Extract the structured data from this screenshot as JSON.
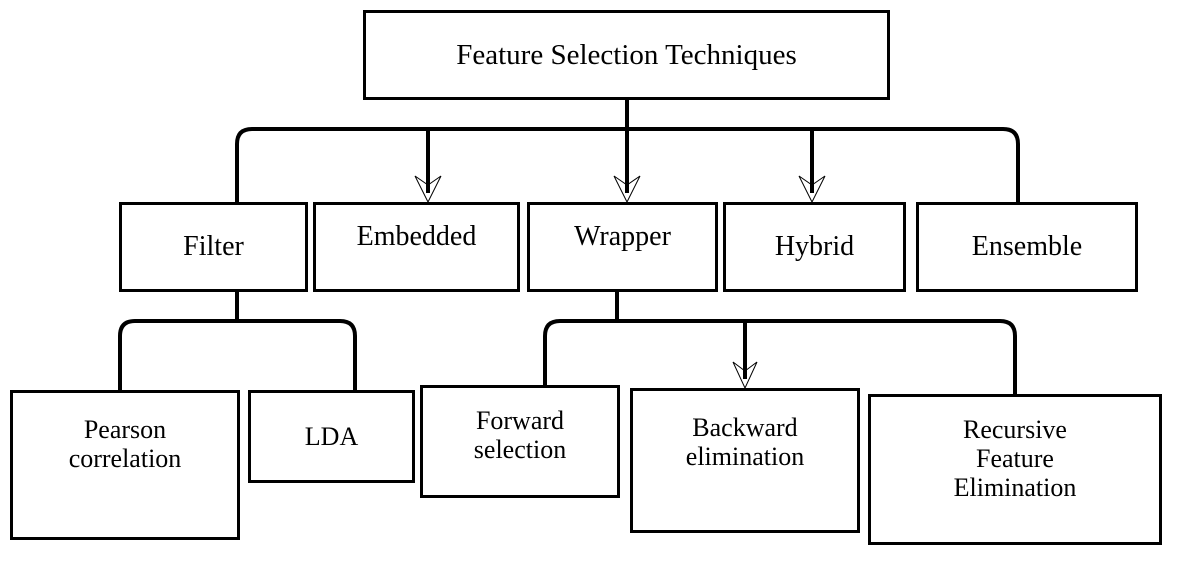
{
  "diagram": {
    "title": "Feature Selection Techniques",
    "type": "hierarchy-tree",
    "orientation": "top-down",
    "style": {
      "box_border_color": "#000000",
      "box_fill_color": "#ffffff",
      "connector_color": "#000000",
      "background_color": "#ffffff",
      "font_style": "serif"
    }
  },
  "root": {
    "label": "Feature Selection Techniques"
  },
  "level2": {
    "nodes": [
      {
        "id": "filter",
        "label": "Filter",
        "connector": "plain-drop"
      },
      {
        "id": "embedded",
        "label": "Embedded",
        "connector": "arrow",
        "note": "label wraps; final letter clipped by box"
      },
      {
        "id": "wrapper",
        "label": "Wrapper",
        "connector": "arrow",
        "note": "label wraps; final letter clipped by box"
      },
      {
        "id": "hybrid",
        "label": "Hybrid",
        "connector": "arrow"
      },
      {
        "id": "ensemble",
        "label": "Ensemble",
        "connector": "plain-drop"
      }
    ]
  },
  "level3": {
    "filter_children": [
      {
        "id": "pearson",
        "label": "Pearson\ncorrelation",
        "connector": "plain-drop"
      },
      {
        "id": "lda",
        "label": "LDA",
        "connector": "plain-drop"
      }
    ],
    "wrapper_children": [
      {
        "id": "forward",
        "label": "Forward\nselection",
        "connector": "plain-drop"
      },
      {
        "id": "backward",
        "label": "Backward\nelimination",
        "connector": "arrow"
      },
      {
        "id": "recursive",
        "label": "Recursive\nFeature\nElimination",
        "connector": "plain-drop"
      }
    ]
  }
}
